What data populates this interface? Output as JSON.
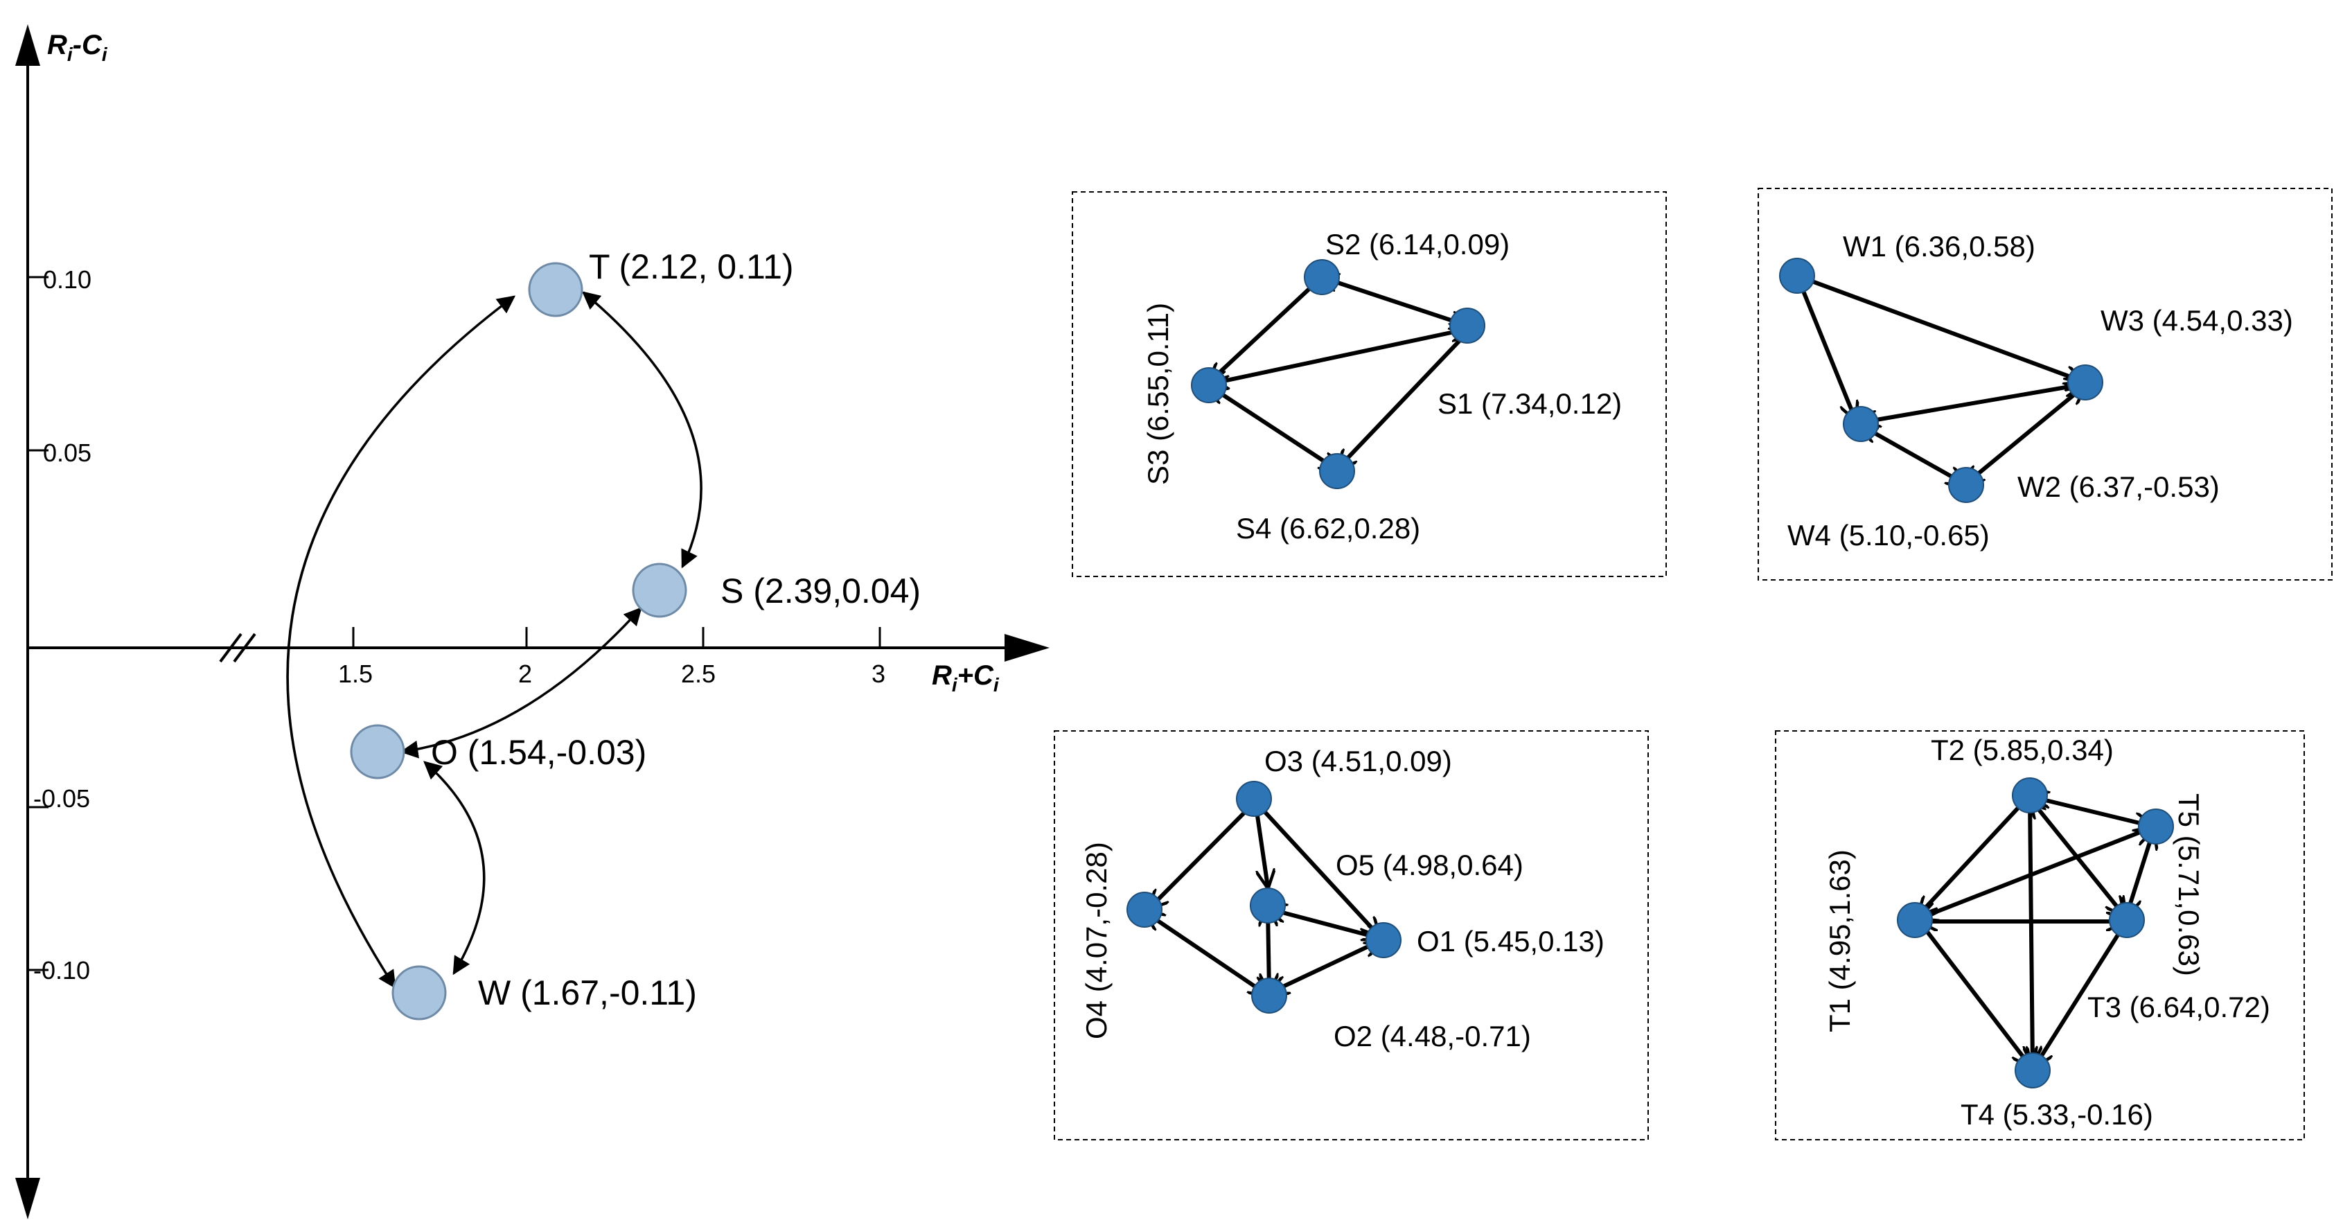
{
  "main_chart": {
    "x_axis_title_main": "R",
    "x_axis_title_sub": "i",
    "x_axis_title_op": "+C",
    "x_axis_title_sub2": "i",
    "y_axis_title_main": "R",
    "y_axis_title_sub": "i",
    "y_axis_title_op": "-C",
    "y_axis_title_sub2": "i",
    "x_ticks": [
      "1.5",
      "2",
      "2.5",
      "3"
    ],
    "y_ticks": [
      "0.10",
      "0.05",
      "-0.05",
      "-0.10"
    ],
    "nodes": [
      {
        "id": "T",
        "label": "T (2.12, 0.11)"
      },
      {
        "id": "S",
        "label": "S (2.39,0.04)"
      },
      {
        "id": "O",
        "label": "O (1.54,-0.03)"
      },
      {
        "id": "W",
        "label": "W (1.67,-0.11)"
      }
    ],
    "colors": {
      "node_fill": "#a9c4de",
      "node_stroke": "#6f8aa6"
    }
  },
  "panels": {
    "S": {
      "nodes": [
        {
          "id": "S1",
          "label": "S1 (7.34,0.12)"
        },
        {
          "id": "S2",
          "label": "S2 (6.14,0.09)"
        },
        {
          "id": "S3",
          "label": "S3 (6.55,0.11)"
        },
        {
          "id": "S4",
          "label": "S4 (6.62,0.28)"
        }
      ]
    },
    "W": {
      "nodes": [
        {
          "id": "W1",
          "label": "W1 (6.36,0.58)"
        },
        {
          "id": "W2",
          "label": "W2 (6.37,-0.53)"
        },
        {
          "id": "W3",
          "label": "W3 (4.54,0.33)"
        },
        {
          "id": "W4",
          "label": "W4 (5.10,-0.65)"
        }
      ]
    },
    "O": {
      "nodes": [
        {
          "id": "O1",
          "label": "O1 (5.45,0.13)"
        },
        {
          "id": "O2",
          "label": "O2 (4.48,-0.71)"
        },
        {
          "id": "O3",
          "label": "O3 (4.51,0.09)"
        },
        {
          "id": "O4",
          "label": "O4 (4.07,-0.28)"
        },
        {
          "id": "O5",
          "label": "O5 (4.98,0.64)"
        }
      ]
    },
    "T": {
      "nodes": [
        {
          "id": "T1",
          "label": "T1 (4.95,1.63)"
        },
        {
          "id": "T2",
          "label": "T2 (5.85,0.34)"
        },
        {
          "id": "T3",
          "label": "T3 (6.64,0.72)"
        },
        {
          "id": "T4",
          "label": "T4 (5.33,-0.16)"
        },
        {
          "id": "T5",
          "label": "T5 (5.71,0.63)"
        }
      ]
    },
    "colors": {
      "node_fill": "#2e75b6",
      "node_stroke": "#1f4e79"
    }
  }
}
